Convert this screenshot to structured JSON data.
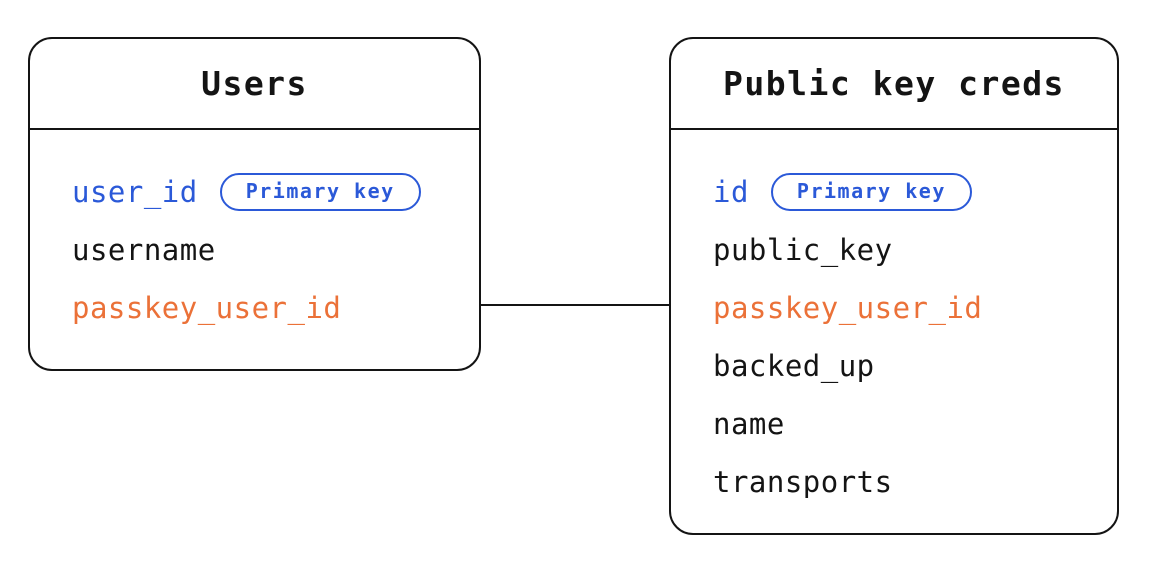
{
  "tables": [
    {
      "title": "Users",
      "fields": [
        {
          "name": "user_id",
          "role": "primary",
          "badge": "Primary key"
        },
        {
          "name": "username",
          "role": "normal"
        },
        {
          "name": "passkey_user_id",
          "role": "foreign"
        }
      ]
    },
    {
      "title": "Public key creds",
      "fields": [
        {
          "name": "id",
          "role": "primary",
          "badge": "Primary key"
        },
        {
          "name": "public_key",
          "role": "normal"
        },
        {
          "name": "passkey_user_id",
          "role": "foreign"
        },
        {
          "name": "backed_up",
          "role": "normal"
        },
        {
          "name": "name",
          "role": "normal"
        },
        {
          "name": "transports",
          "role": "normal"
        }
      ]
    }
  ],
  "relationship": {
    "from_table": "Users",
    "from_field": "passkey_user_id",
    "to_table": "Public key creds",
    "to_field": "passkey_user_id"
  },
  "colors": {
    "primary_field_blue": "#2b59d8",
    "linked_field_orange": "#eb7138",
    "text": "#141414",
    "border": "#141414",
    "background": "#ffffff"
  }
}
